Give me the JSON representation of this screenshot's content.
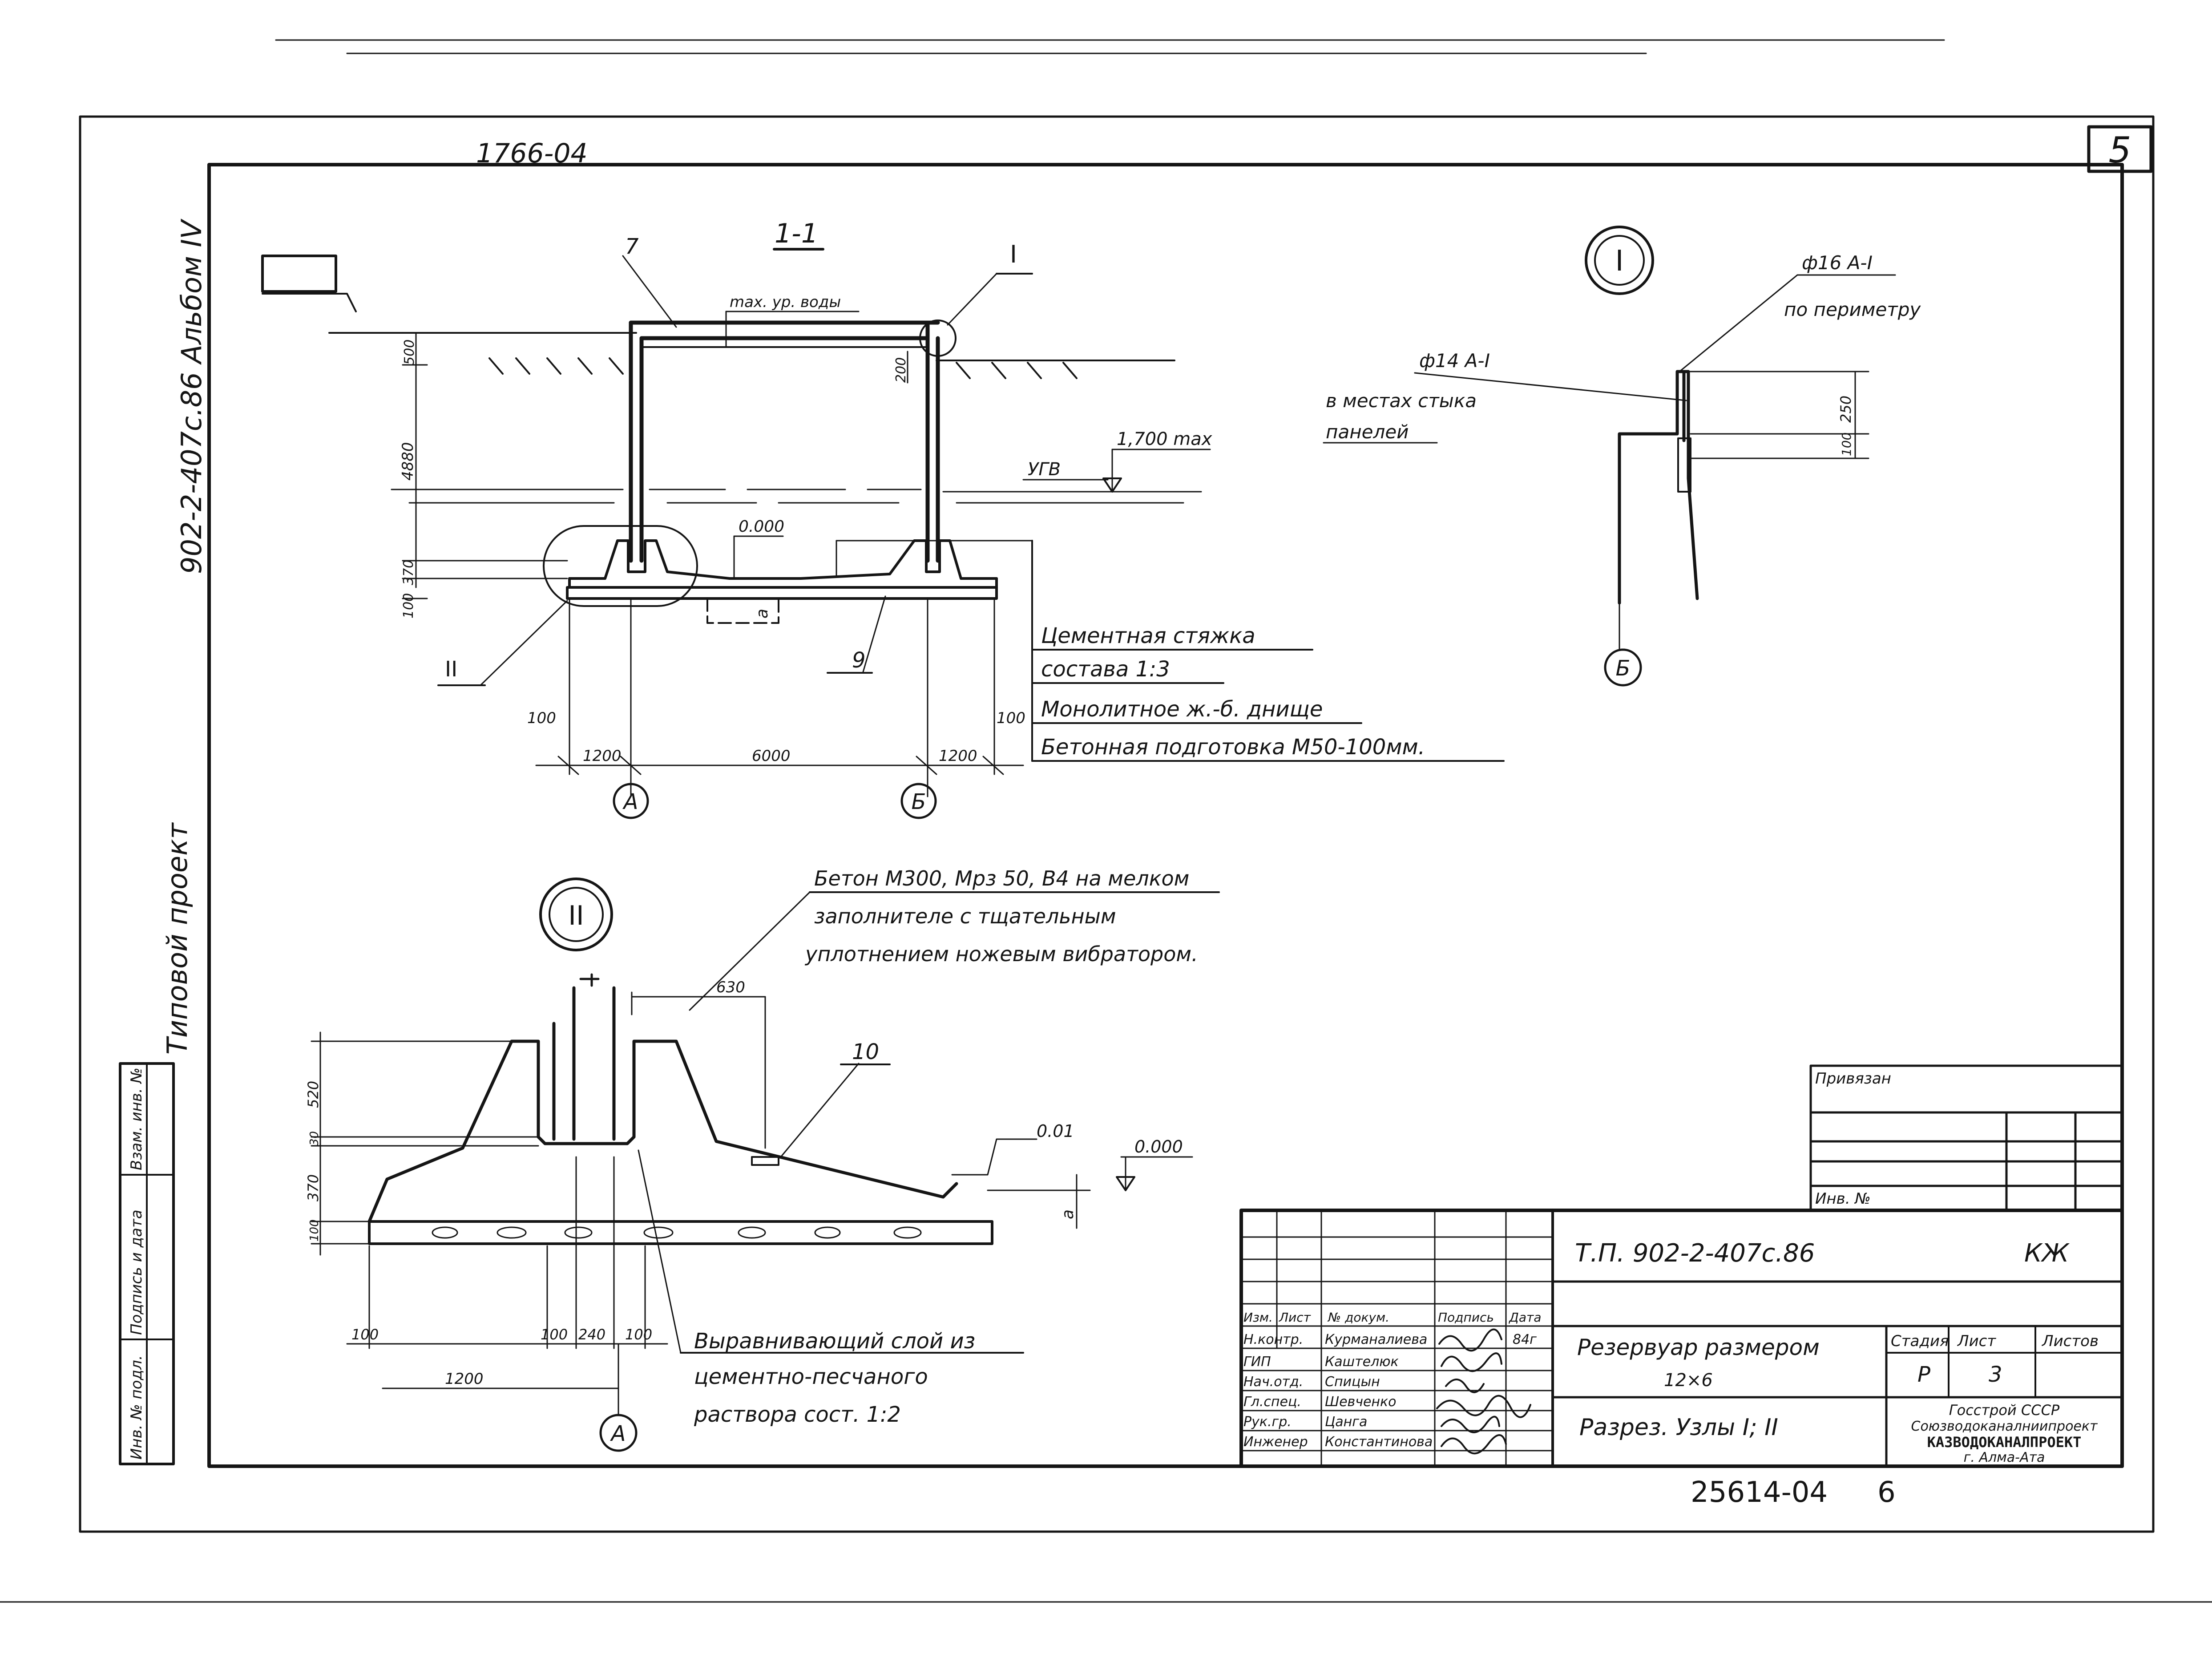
{
  "sheet": {
    "archive_no": "1766-04",
    "sheet_badge": "5",
    "side_album": "902-2-407с.86 Альбом IV",
    "side_project": "Типовой проект",
    "side_stamp_cols": [
      "Инв. № подл.",
      "Подпись и дата",
      "Взам. инв. №"
    ],
    "bottom_no": "25614-04",
    "bottom_no_suffix": "6"
  },
  "section": {
    "title": "1-1",
    "callout_7": "7",
    "node_ref": "I",
    "node_ref2": "II",
    "max_water": "max. ур. воды",
    "dim_500": "500",
    "dim_200": "200",
    "dim_4880": "4880",
    "dim_370": "370",
    "dim_100": "100",
    "gwl_label": "1,700 max",
    "gwl_name": "УГВ",
    "level_000": "0.000",
    "a_mark": "а",
    "callout_9": "9",
    "dim_left100": "100",
    "dim_right100": "100",
    "dim_1200a": "1200",
    "dim_6000": "6000",
    "dim_1200b": "1200",
    "axis_a": "А",
    "axis_b": "Б",
    "notes": [
      "Цементная стяжка",
      "состава 1:3",
      "Монолитное ж.-б. днище",
      "Бетонная подготовка М50-100мм."
    ]
  },
  "node1": {
    "label": "I",
    "rebar_top": "ф16 А-I",
    "perimeter": "по периметру",
    "rebar_14": "ф14 А-I",
    "joint_note_1": "в местах стыка",
    "joint_note_2": "панелей",
    "dim_250": "250",
    "dim_100": "100",
    "axis": "Б"
  },
  "node2": {
    "label": "II",
    "concrete_note": [
      "Бетон М300, Мрз 50, В4 на мелком",
      "заполнителе с тщательным",
      "уплотнением ножевым вибратором."
    ],
    "dim_630": "630",
    "callout_10": "10",
    "slope": "0.01",
    "level": "0.000",
    "a_mark": "а",
    "dim_520": "520",
    "dim_30": "30",
    "dim_370": "370",
    "dim_100": "100",
    "dim_100a": "100",
    "dim_100b": "100",
    "dim_240": "240",
    "dim_100c": "100",
    "dim_1200": "1200",
    "axis": "А",
    "mortar_note": [
      "Выравнивающий слой из",
      "цементно-песчаного",
      "раствора сост. 1:2"
    ]
  },
  "binding": {
    "title": "Привязан",
    "inv": "Инв. №"
  },
  "title_block": {
    "code": "Т.П. 902-2-407с.86",
    "mark": "КЖ",
    "cols": [
      "Изм.",
      "Лист",
      "№ докум.",
      "Подпись",
      "Дата"
    ],
    "rows": [
      {
        "role": "Н.контр.",
        "name": "Курманалиева",
        "date": "84г"
      },
      {
        "role": "ГИП",
        "name": "Каштелюк",
        "date": ""
      },
      {
        "role": "Нач.отд.",
        "name": "Спицын",
        "date": ""
      },
      {
        "role": "Гл.спец.",
        "name": "Шевченко",
        "date": ""
      },
      {
        "role": "Рук.гр.",
        "name": "Цанга",
        "date": ""
      },
      {
        "role": "Инженер",
        "name": "Константинова",
        "date": ""
      }
    ],
    "object_name_1": "Резервуар размером",
    "object_name_2": "12×6",
    "sheet_name": "Разрез. Узлы I; II",
    "stage_h": "Стадия",
    "sheet_h": "Лист",
    "sheets_h": "Листов",
    "stage": "Р",
    "sheet_no": "3",
    "sheets": "",
    "org_1": "Госстрой СССР",
    "org_2": "Союзводоканалниипроект",
    "org_3": "КАЗВОДОКАНАЛПРОЕКТ",
    "org_4": "г. Алма-Ата"
  }
}
